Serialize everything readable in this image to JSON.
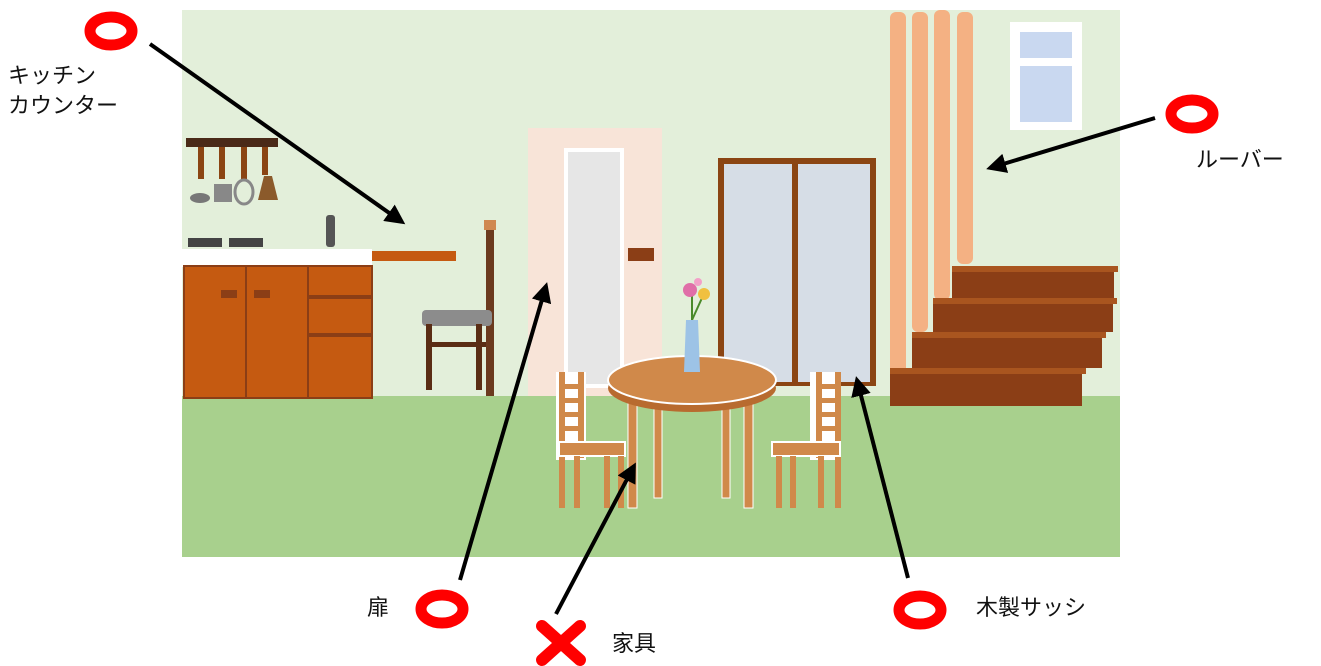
{
  "labels": {
    "kitchen_counter": {
      "line1": "キッチン",
      "line2": "カウンター",
      "mark": "circle"
    },
    "louver": {
      "text": "ルーバー",
      "mark": "circle"
    },
    "door": {
      "text": "扉",
      "mark": "circle"
    },
    "furniture": {
      "text": "家具",
      "mark": "cross"
    },
    "wooden_sash": {
      "text": "木製サッシ",
      "mark": "circle"
    }
  },
  "colors": {
    "wall": "#e3efda",
    "floor": "#a8d08d",
    "mark_red": "#ff0000",
    "wood_dark": "#8b3e16",
    "wood_cabinet": "#c55a11",
    "louver": "#f4b183",
    "table": "#d0894a",
    "arrow": "#000000"
  }
}
